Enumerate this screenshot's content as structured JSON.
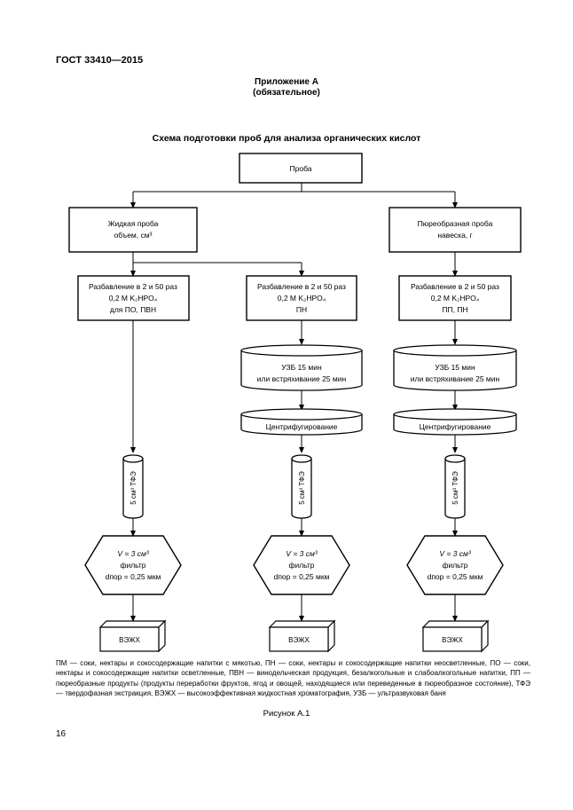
{
  "header": {
    "standard": "ГОСТ 33410—2015"
  },
  "appendix": {
    "title": "Приложение А",
    "status": "(обязательное)"
  },
  "scheme": {
    "title": "Схема подготовки проб для анализа органических кислот",
    "sample": "Проба",
    "liquid": {
      "line1": "Жидкая проба",
      "line2": "объем, см³"
    },
    "puree": {
      "line1": "Пюреобразная проба",
      "line2": "навеска, г"
    },
    "dil_left": {
      "line1": "Разбавление в 2 и 50 раз",
      "line2": "0,2 M K₂HPO₄",
      "line3": "для ПО, ПВН"
    },
    "dil_mid": {
      "line1": "Разбавление в 2 и 50 раз",
      "line2": "0,2 M K₂HPO₄",
      "line3": "ПН"
    },
    "dil_right": {
      "line1": "Разбавление в 2 и 50 раз",
      "line2": "0,2 M K₂HPO₄",
      "line3": "ПП, ПН"
    },
    "uzb": {
      "line1": "УЗБ 15 мин",
      "line2": "или встряхивание 25 мин"
    },
    "centrifuge": "Центрифугирование",
    "spe": "5 см³ ТФЭ",
    "filter": {
      "line1": "V = 3 см³",
      "line2": "фильтр",
      "line3": "dпор = 0,25 мкм"
    },
    "hplc": "ВЭЖХ"
  },
  "legend": "ПМ — соки, нектары и сокосодержащие напитки с мякотью, ПН — соки, нектары и сокосодержащие напитки неосветленные, ПО — соки, нектары и сокосодержащие напитки осветленные, ПВН — винодельческая продукция, безалкогольные и слабоалкогольные напитки, ПП — пюреобразные продукты (продукты переработки фруктов, ягод и овощей, находящиеся или переведенные в пюреобразное состояние), ТФЭ — твердофазная экстракция, ВЭЖХ — высокоэффективная жидкостная хроматография, УЗБ — ультразвуковая баня",
  "caption": "Рисунок А.1",
  "page_number": "16"
}
